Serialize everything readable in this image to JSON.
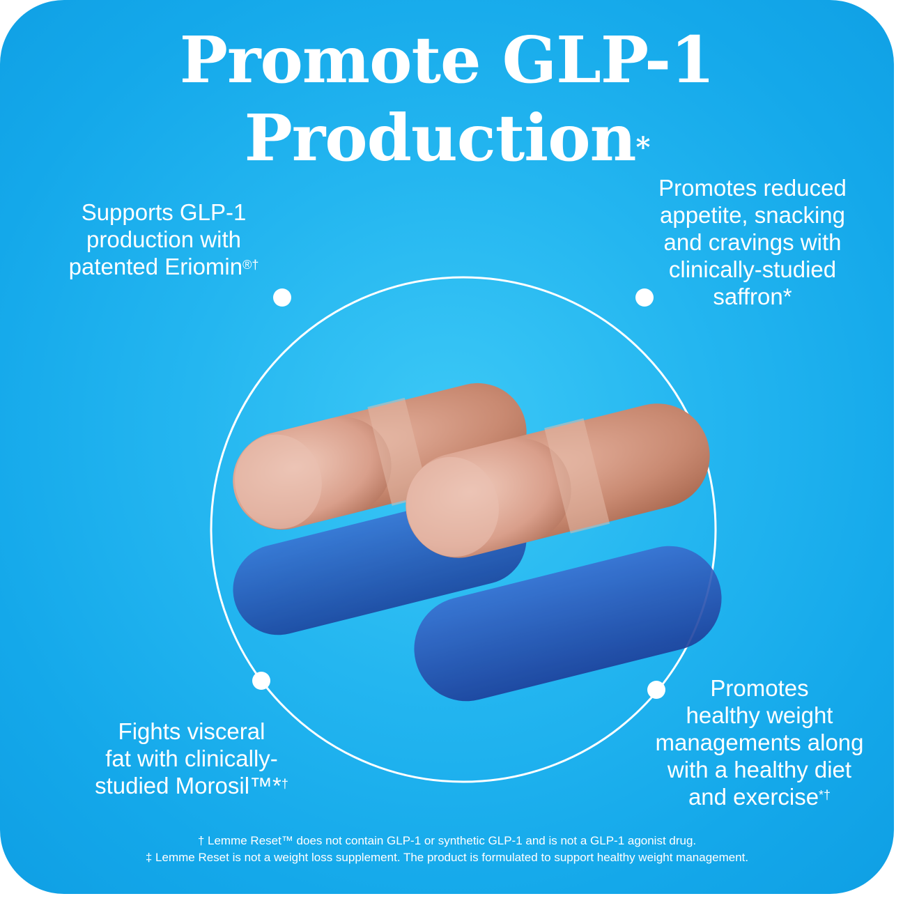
{
  "title": {
    "line1": "Promote GLP-1",
    "line2": "Production",
    "mark": "*"
  },
  "callouts": {
    "top_left": {
      "lines": [
        "Supports GLP-1",
        "production with",
        "patented Eriomin"
      ],
      "mark": "®†"
    },
    "top_right": {
      "lines": [
        "Promotes reduced",
        "appetite, snacking",
        "and cravings with",
        "clinically-studied",
        "saffron*"
      ]
    },
    "bottom_left": {
      "lines": [
        "Fights visceral",
        "fat with clinically-",
        "studied Morosil™*"
      ],
      "mark": "†"
    },
    "bottom_right": {
      "lines": [
        "Promotes",
        "healthy weight",
        "managements along",
        "with a healthy diet",
        "and exercise"
      ],
      "mark": "*†"
    }
  },
  "footnotes": [
    "† Lemme Reset™ does not contain GLP-1 or synthetic GLP-1 and is not a GLP-1 agonist drug.",
    "‡ Lemme Reset is not a weight loss supplement. The product is formulated to support healthy weight management."
  ],
  "colors": {
    "background": "#1aaeee",
    "text": "#ffffff",
    "capsule": "#c9876f",
    "reflection": "#2b5fc0"
  },
  "image": "two-capsules-with-reflection"
}
